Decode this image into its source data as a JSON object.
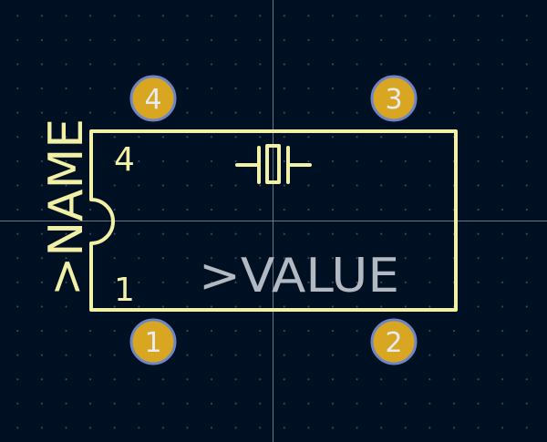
{
  "colors": {
    "background": "#001023",
    "silkscreen": "#f2f0a6",
    "pad_fill": "#d9a621",
    "pad_ring": "#6f86c4",
    "value_text": "#b3b9c3",
    "crosshair": "#8f96a3"
  },
  "footprint": {
    "name_label": ">NAME",
    "value_label": ">VALUE",
    "pin_markers": {
      "top_left": "4",
      "bottom_left": "1"
    },
    "symbol": "crystal-icon"
  },
  "pads": [
    {
      "number": "4"
    },
    {
      "number": "3"
    },
    {
      "number": "1"
    },
    {
      "number": "2"
    }
  ]
}
